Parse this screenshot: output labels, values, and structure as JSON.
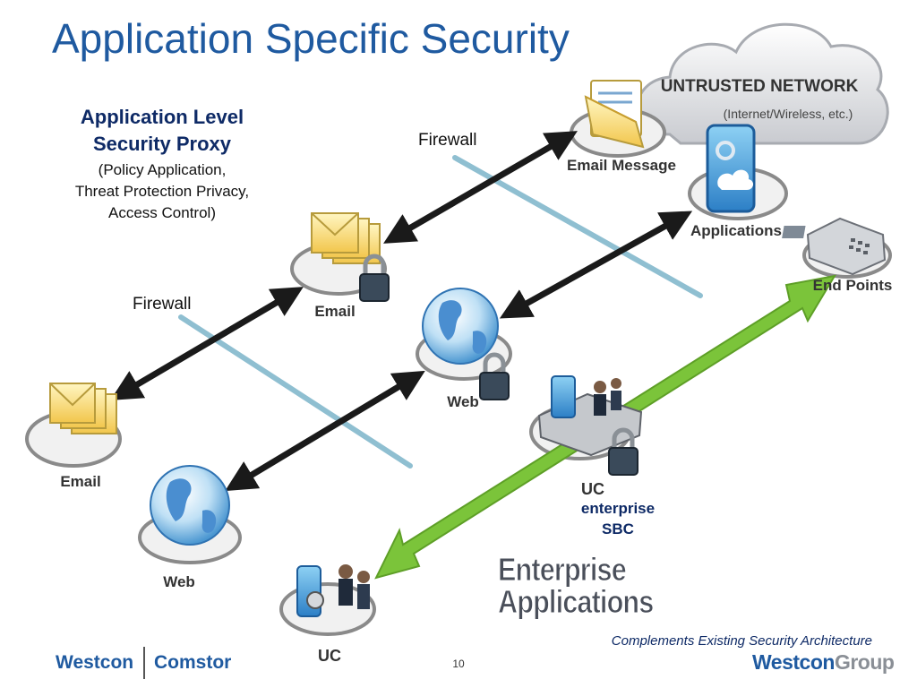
{
  "title": "Application Specific Security",
  "proxy": {
    "heading_line1": "Application Level",
    "heading_line2": "Security Proxy",
    "details_line1": "(Policy Application,",
    "details_line2": "Threat Protection Privacy,",
    "details_line3": "Access Control)"
  },
  "firewall_labels": {
    "upper": "Firewall",
    "lower": "Firewall"
  },
  "cloud": {
    "title": "UNTRUSTED NETWORK",
    "subtitle": "(Internet/Wireless, etc.)"
  },
  "nodes": {
    "email_message": "Email Message",
    "applications": "Applications",
    "end_points": "End Points",
    "email_proxy": "Email",
    "web_proxy": "Web",
    "uc_sbc": "UC",
    "email_internal": "Email",
    "web_internal": "Web",
    "uc_internal": "UC"
  },
  "sbc": {
    "line1": "enterprise",
    "line2": "SBC"
  },
  "enterprise_applications": {
    "line1": "Enterprise",
    "line2": "Applications"
  },
  "footer": {
    "tagline": "Complements Existing Security Architecture",
    "page_number": "10",
    "logo_left_1": "Westcon",
    "logo_left_2": "Comstor",
    "logo_right_part1": "Westcon",
    "logo_right_part2": "Group"
  },
  "colors": {
    "title_blue": "#1f5aa0",
    "heading_navy": "#0e2a66",
    "firewall_line": "#8fbfd1",
    "trusted_arrow": "#7bc43a",
    "link_arrow": "#1a1a1a"
  }
}
